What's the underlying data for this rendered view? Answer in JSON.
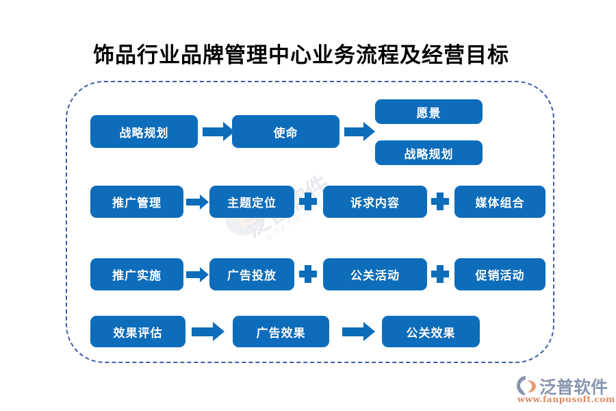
{
  "page": {
    "title": "饰品行业品牌管理中心业务流程及经营目标",
    "background_color": "#ffffff",
    "accent_color": "#0d6dbb",
    "frame_border_color": "#3b5ca8"
  },
  "watermark": {
    "text": "泛普软件",
    "subtext": "SOFTWARE"
  },
  "flow": {
    "rows": [
      {
        "id": "row-strategy",
        "boxes": [
          {
            "label": "战略规划"
          },
          {
            "label": "使命"
          },
          {
            "label": "愿景"
          },
          {
            "label": "战略规划"
          }
        ],
        "connectors": [
          {
            "type": "arrow-right"
          },
          {
            "type": "arrow-right"
          }
        ]
      },
      {
        "id": "row-promotion-management",
        "boxes": [
          {
            "label": "推广管理"
          },
          {
            "label": "主题定位"
          },
          {
            "label": "诉求内容"
          },
          {
            "label": "媒体组合"
          }
        ],
        "connectors": [
          {
            "type": "arrow-right"
          },
          {
            "type": "plus"
          },
          {
            "type": "plus"
          }
        ]
      },
      {
        "id": "row-promotion-execution",
        "boxes": [
          {
            "label": "推广实施"
          },
          {
            "label": "广告投放"
          },
          {
            "label": "公关活动"
          },
          {
            "label": "促销活动"
          }
        ],
        "connectors": [
          {
            "type": "arrow-right"
          },
          {
            "type": "plus"
          },
          {
            "type": "plus"
          }
        ]
      },
      {
        "id": "row-effect-evaluation",
        "boxes": [
          {
            "label": "效果评估"
          },
          {
            "label": "广告效果"
          },
          {
            "label": "公关效果"
          }
        ],
        "connectors": [
          {
            "type": "arrow-right"
          },
          {
            "type": "arrow-right"
          }
        ]
      }
    ]
  },
  "logo": {
    "name": "泛普软件",
    "url": "www.fanpusoft.com",
    "text_color": "#8995ae",
    "url_color": "#e08a62"
  }
}
